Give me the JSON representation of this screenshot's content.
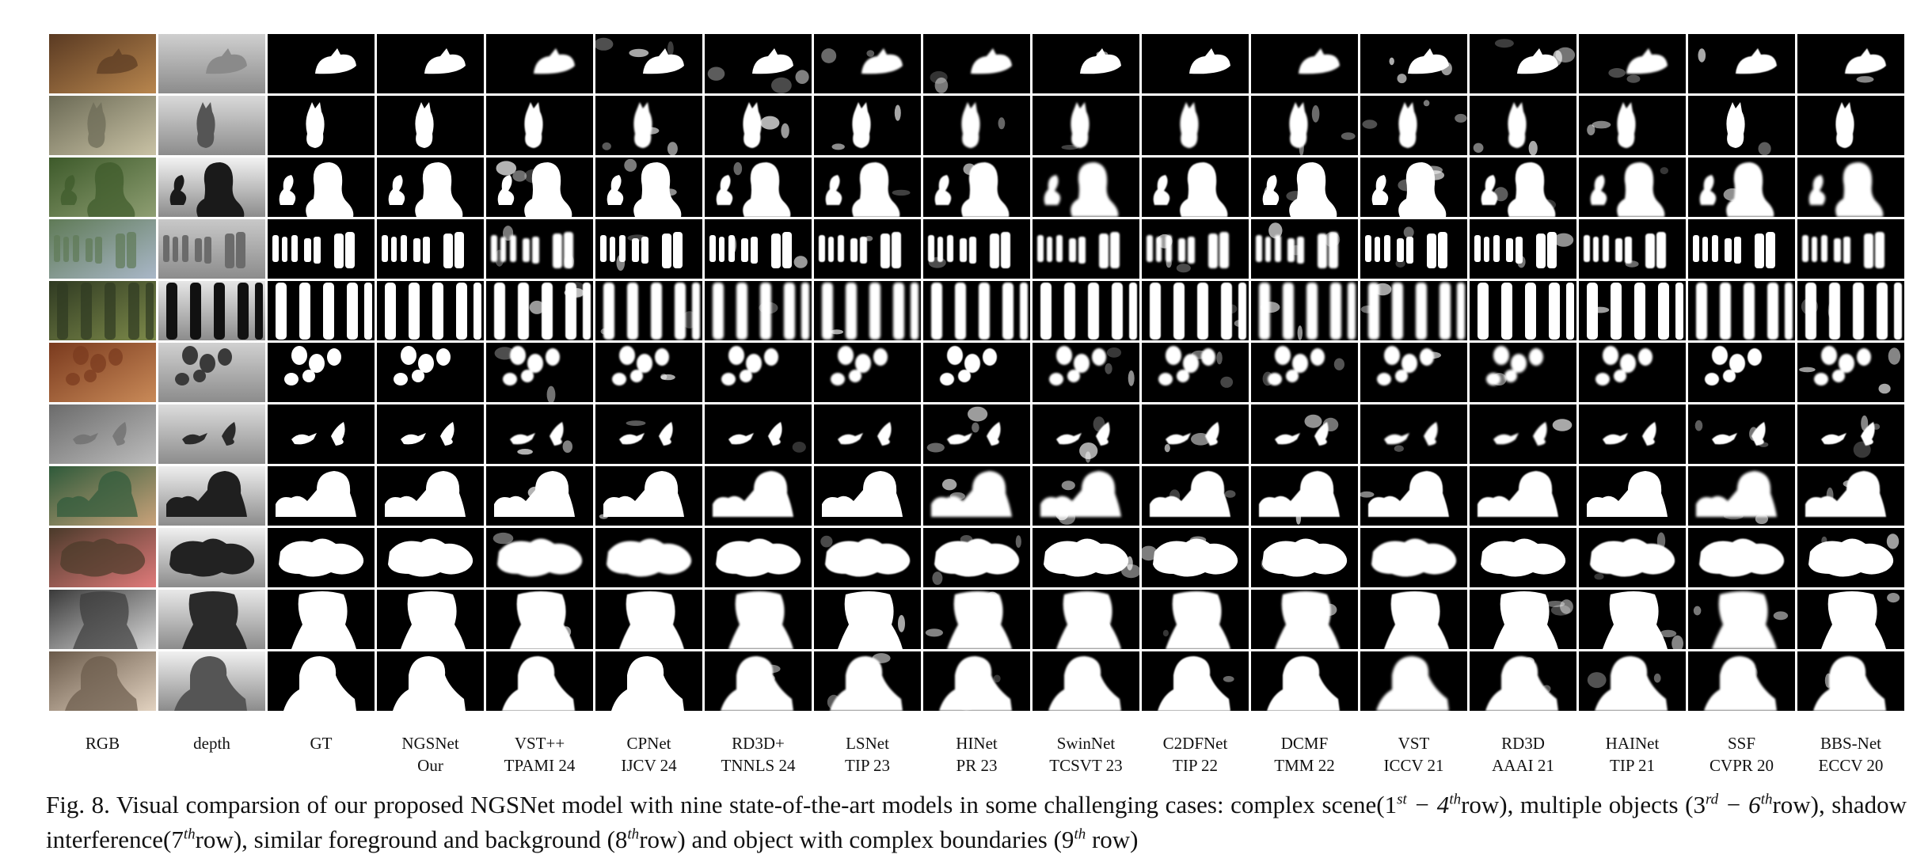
{
  "columns": [
    {
      "line1": "RGB",
      "line2": ""
    },
    {
      "line1": "depth",
      "line2": ""
    },
    {
      "line1": "GT",
      "line2": ""
    },
    {
      "line1": "NGSNet",
      "line2": "Our"
    },
    {
      "line1": "VST++",
      "line2": "TPAMI 24"
    },
    {
      "line1": "CPNet",
      "line2": "IJCV 24"
    },
    {
      "line1": "RD3D+",
      "line2": "TNNLS 24"
    },
    {
      "line1": "LSNet",
      "line2": "TIP 23"
    },
    {
      "line1": "HINet",
      "line2": "PR 23"
    },
    {
      "line1": "SwinNet",
      "line2": "TCSVT 23"
    },
    {
      "line1": "C2DFNet",
      "line2": "TIP 22"
    },
    {
      "line1": "DCMF",
      "line2": "TMM 22"
    },
    {
      "line1": "VST",
      "line2": "ICCV 21"
    },
    {
      "line1": "RD3D",
      "line2": "AAAI 21"
    },
    {
      "line1": "HAINet",
      "line2": "TIP 21"
    },
    {
      "line1": "SSF",
      "line2": "CVPR 20"
    },
    {
      "line1": "BBS-Net",
      "line2": "ECCV 20"
    }
  ],
  "rows": [
    {
      "rgb": [
        "#5a3a22",
        "#b8864e"
      ],
      "depth": [
        "#cfcfcf",
        "#8a8a8a"
      ],
      "shape": "cat-top"
    },
    {
      "rgb": [
        "#6b6a55",
        "#c9c2a5"
      ],
      "depth": [
        "#d9d9d9",
        "#555555"
      ],
      "shape": "cat"
    },
    {
      "rgb": [
        "#3d5a2a",
        "#8e9e72"
      ],
      "depth": [
        "#f2f2f2",
        "#1a1a1a"
      ],
      "shape": "girl"
    },
    {
      "rgb": [
        "#5f7a56",
        "#a9b7c8"
      ],
      "depth": [
        "#c8c8c8",
        "#6b6b6b"
      ],
      "shape": "people"
    },
    {
      "rgb": [
        "#2f3a22",
        "#7d8a4a"
      ],
      "depth": [
        "#e6e6e6",
        "#111111"
      ],
      "shape": "posts"
    },
    {
      "rgb": [
        "#7a3a1e",
        "#c98a58"
      ],
      "depth": [
        "#d0d0d0",
        "#3a3a3a"
      ],
      "shape": "cups"
    },
    {
      "rgb": [
        "#6b6b6b",
        "#bdbdbd"
      ],
      "depth": [
        "#dcdcdc",
        "#2a2a2a"
      ],
      "shape": "birds"
    },
    {
      "rgb": [
        "#2e5a3a",
        "#c9a27a"
      ],
      "depth": [
        "#eeeeee",
        "#1f1f1f"
      ],
      "shape": "kid"
    },
    {
      "rgb": [
        "#4a3a2a",
        "#e07a7a"
      ],
      "depth": [
        "#f0f0f0",
        "#222222"
      ],
      "shape": "flowers"
    },
    {
      "rgb": [
        "#3a3a3a",
        "#d8d8d8"
      ],
      "depth": [
        "#e8e8e8",
        "#2a2a2a"
      ],
      "shape": "dog"
    },
    {
      "rgb": [
        "#6a5a4a",
        "#e2d2c0"
      ],
      "depth": [
        "#f0f0f0",
        "#555555"
      ],
      "shape": "baby"
    }
  ],
  "caption": {
    "p1": "Fig. 8.  Visual comparsion of our proposed NGSNet model with nine state-of-the-art models in some challenging cases: complex scene(1",
    "s1": "st",
    "m1": " − 4",
    "s2": "th",
    "p2": "row), multiple objects (3",
    "s3": "rd",
    "m2": " − 6",
    "s4": "th",
    "p3": "row), shadow interference(7",
    "s5": "th",
    "p4": "row), similar foreground and background (8",
    "s6": "th",
    "p5": "row) and object with complex boundaries (9",
    "s7": "th",
    "p6": " row)"
  }
}
